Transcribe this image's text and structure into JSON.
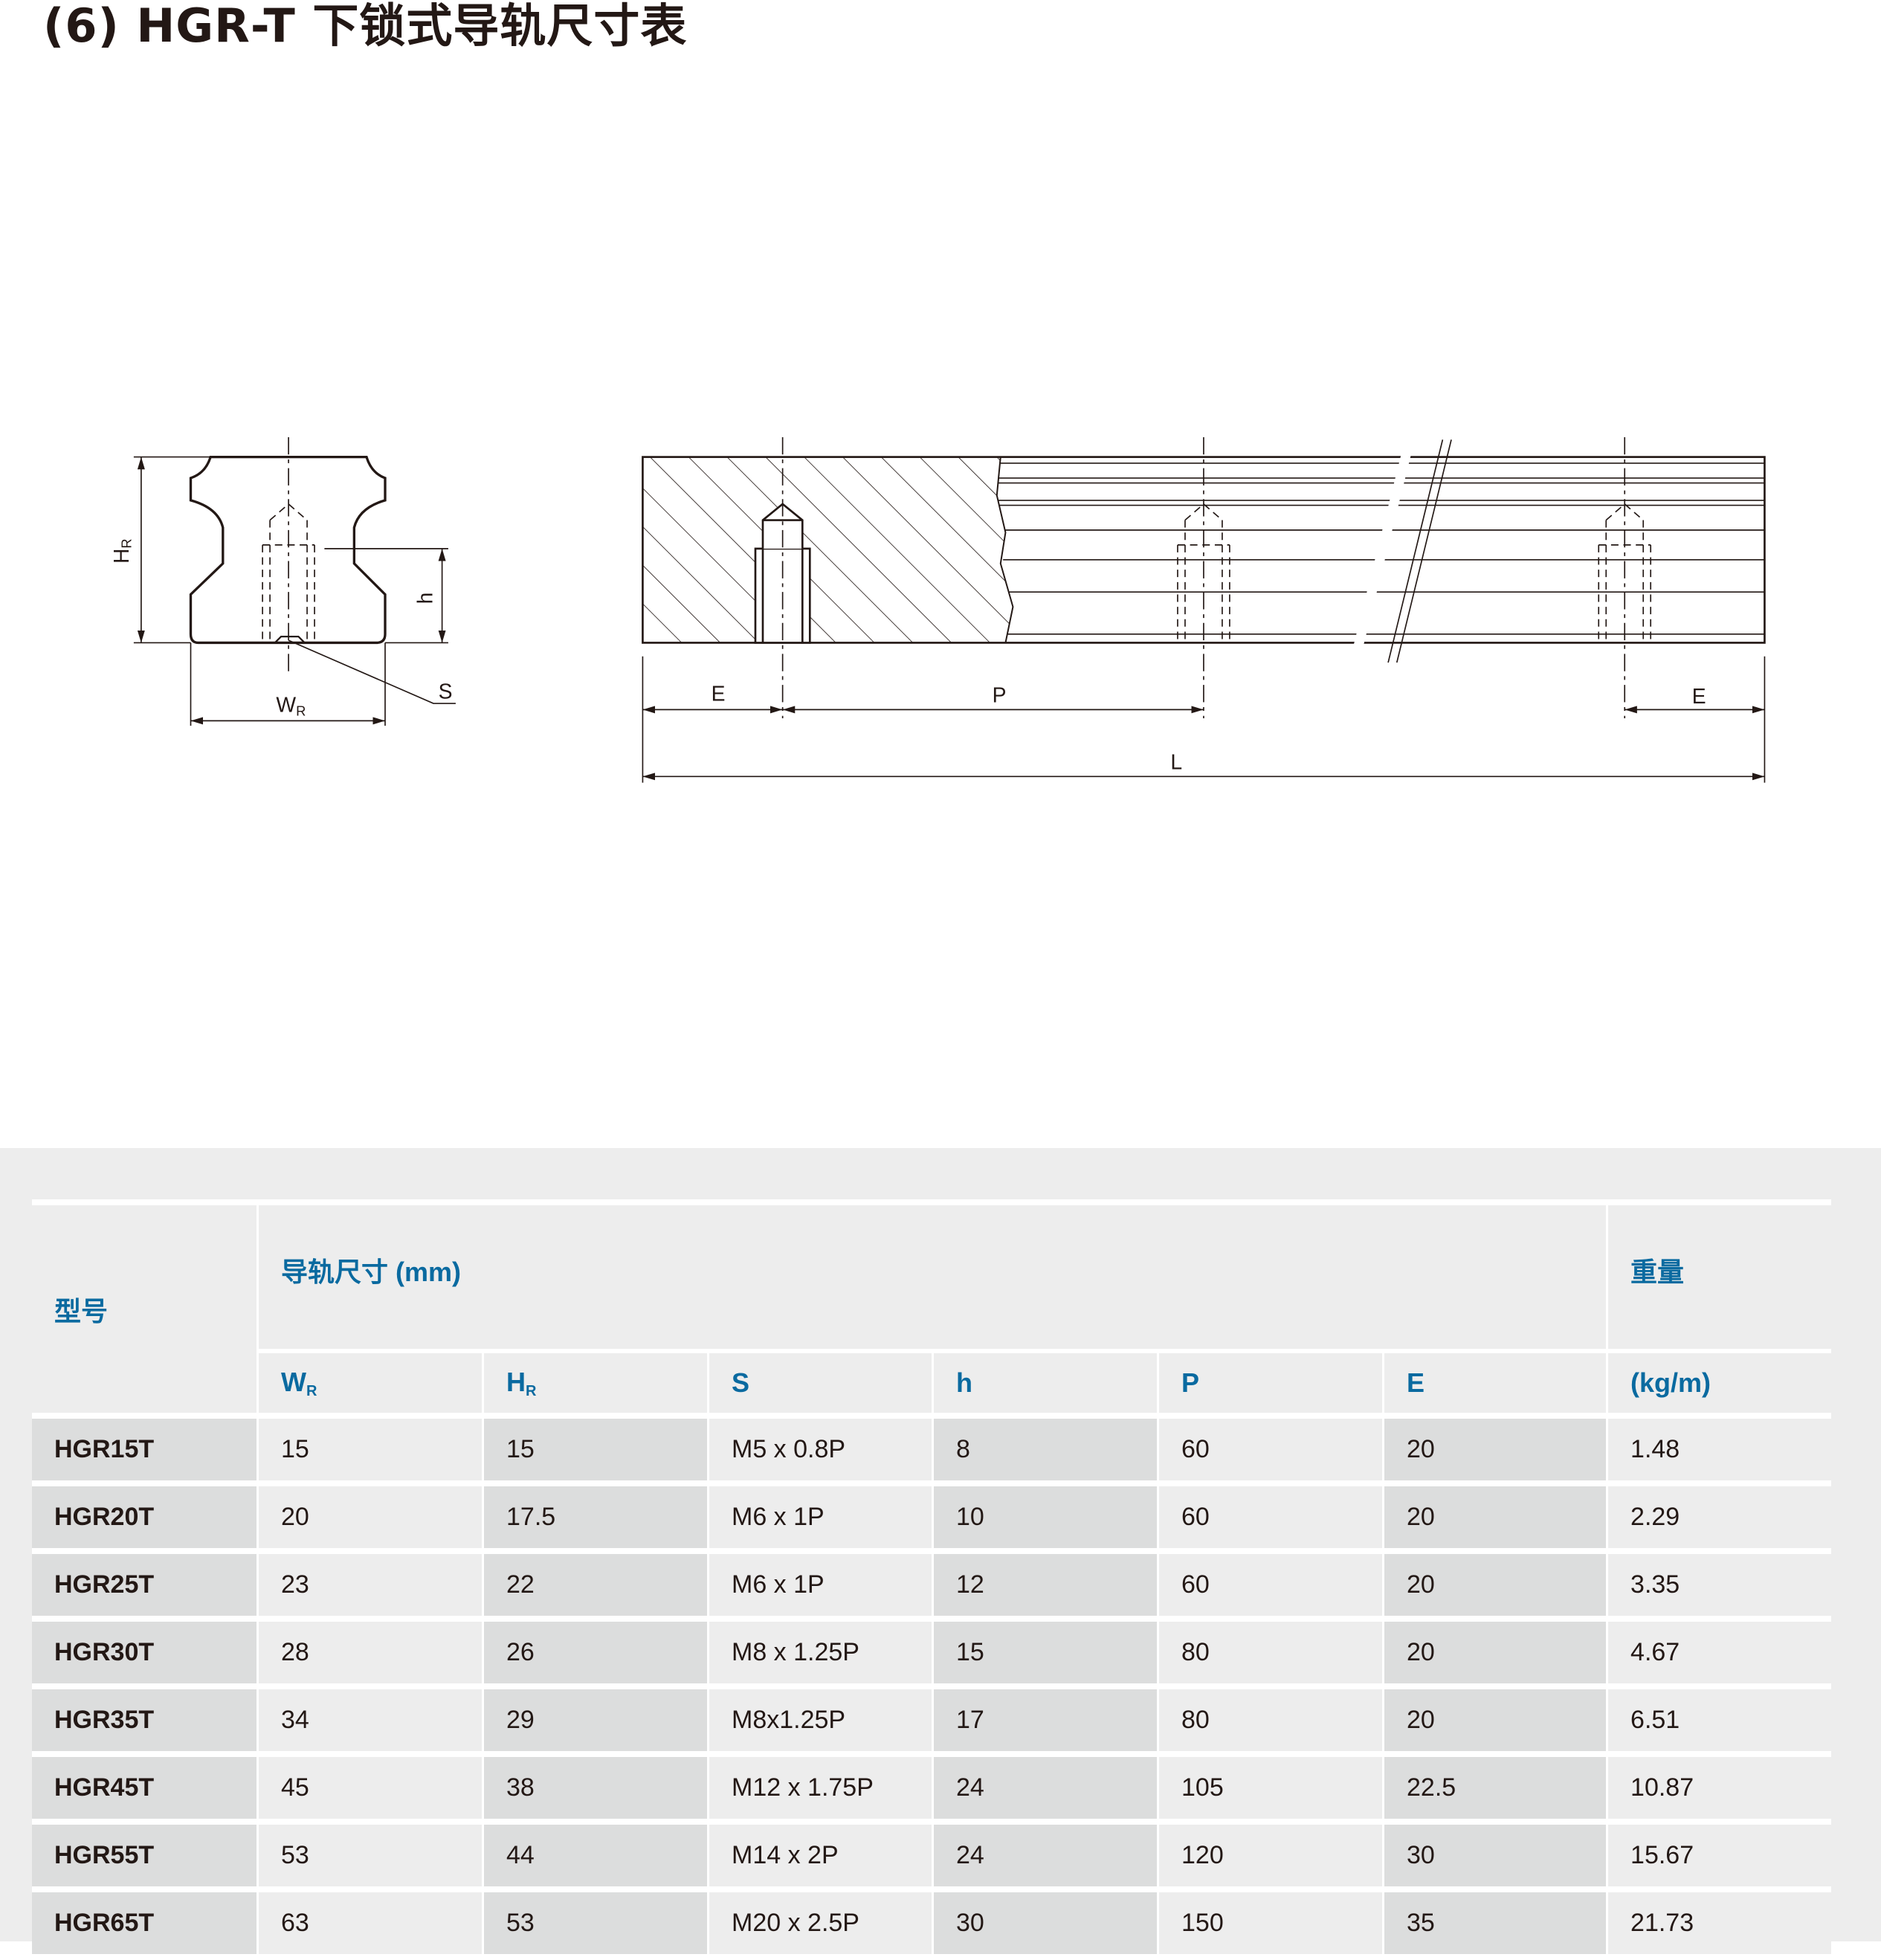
{
  "title": "(6) HGR-T 下锁式导轨尺寸表",
  "drawing": {
    "labels": {
      "HR_main": "H",
      "HR_sub": "R",
      "h": "h",
      "WR_main": "W",
      "WR_sub": "R",
      "S": "S",
      "E_left": "E",
      "P": "P",
      "E_right": "E",
      "L": "L"
    }
  },
  "table": {
    "header": {
      "model": "型号",
      "dims_group": "导轨尺寸 (mm)",
      "weight": "重量",
      "weight_unit": "(kg/m)",
      "cols": [
        {
          "main": "W",
          "sub": "R"
        },
        {
          "main": "H",
          "sub": "R"
        },
        {
          "main": "S",
          "sub": ""
        },
        {
          "main": "h",
          "sub": ""
        },
        {
          "main": "P",
          "sub": ""
        },
        {
          "main": "E",
          "sub": ""
        }
      ]
    },
    "rows": [
      [
        "HGR15T",
        "15",
        "15",
        "M5 x 0.8P",
        "8",
        "60",
        "20",
        "1.48"
      ],
      [
        "HGR20T",
        "20",
        "17.5",
        "M6 x 1P",
        "10",
        "60",
        "20",
        "2.29"
      ],
      [
        "HGR25T",
        "23",
        "22",
        "M6 x 1P",
        "12",
        "60",
        "20",
        "3.35"
      ],
      [
        "HGR30T",
        "28",
        "26",
        "M8 x 1.25P",
        "15",
        "80",
        "20",
        "4.67"
      ],
      [
        "HGR35T",
        "34",
        "29",
        "M8x1.25P",
        "17",
        "80",
        "20",
        "6.51"
      ],
      [
        "HGR45T",
        "45",
        "38",
        "M12 x 1.75P",
        "24",
        "105",
        "22.5",
        "10.87"
      ],
      [
        "HGR55T",
        "53",
        "44",
        "M14 x 2P",
        "24",
        "120",
        "30",
        "15.67"
      ],
      [
        "HGR65T",
        "63",
        "53",
        "M20 x 2.5P",
        "30",
        "150",
        "35",
        "21.73"
      ]
    ],
    "colors": {
      "header_text": "#0a6aa0",
      "shade_dark": "#dcdddd",
      "shade_light": "#ededed"
    }
  }
}
